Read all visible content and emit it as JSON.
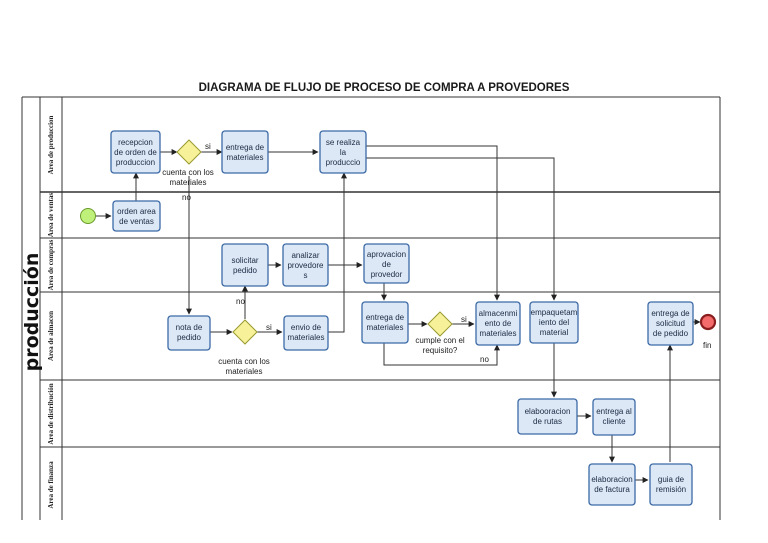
{
  "title": "DIAGRAMA DE FLUJO DE PROCESO DE COMPRA A PROVEDORES",
  "pool": "producción",
  "lanes": [
    "Area de produccion",
    "Area de ventas",
    "Area de compras",
    "Area de almacen",
    "Area de distribución",
    "Area de finanza"
  ],
  "tasks": {
    "recepcion": [
      "recepcion",
      "de orden de",
      "produccion"
    ],
    "entrega_mat": [
      "entrega de",
      "materiales"
    ],
    "se_realiza": [
      "se realiza",
      "la",
      "produccio"
    ],
    "orden_ventas": [
      "orden area",
      "de ventas"
    ],
    "solicitar": [
      "solicitar",
      "pedido"
    ],
    "analizar": [
      "analizar",
      "provedore",
      "s"
    ],
    "aprovacion": [
      "aprovacion",
      "de",
      "provedor"
    ],
    "nota": [
      "nota de",
      "pedido"
    ],
    "envio": [
      "envio de",
      "materiales"
    ],
    "entrega_mat2": [
      "entrega de",
      "materiales"
    ],
    "almacenamiento": [
      "almacenmi",
      "ento de",
      "materiales"
    ],
    "empaquetamiento": [
      "empaquetam",
      "iento del",
      "material"
    ],
    "entrega_solicitud": [
      "entrega de",
      "solicitud",
      "de pedido"
    ],
    "elaboracion_rutas": [
      "elabooracion",
      "de rutas"
    ],
    "entrega_cliente": [
      "entrega al",
      "cliente"
    ],
    "elaboracion_factura": [
      "elaboracion",
      "de factura"
    ],
    "guia": [
      "guia de",
      "remisión"
    ]
  },
  "labels": {
    "si1": "si",
    "gw1": [
      "cuenta con los",
      "materiales"
    ],
    "no1": "no",
    "no2": "no",
    "si2": "si",
    "gw2": [
      "cuenta con los",
      "materiales"
    ],
    "gw3": [
      "cumple con el",
      "requisito?"
    ],
    "si3": "si",
    "no3": "no",
    "fin": "fin"
  },
  "colors": {
    "task_fill": "#dde8f6",
    "task_stroke": "#3b6aa6",
    "gateway_fill": "#f7f29a",
    "start_fill": "#bff07a",
    "end_fill": "#f36b6b"
  }
}
